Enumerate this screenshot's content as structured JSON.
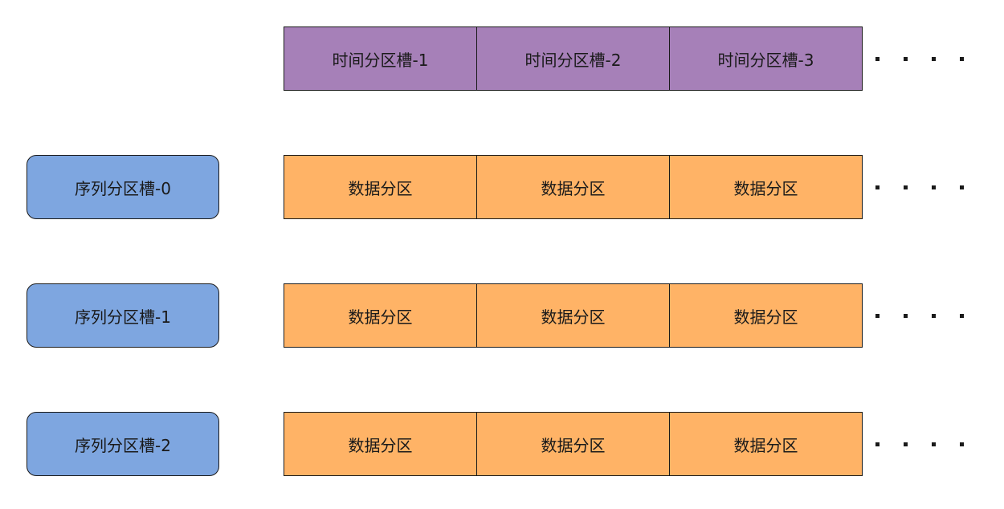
{
  "time_slots": [
    "时间分区槽-1",
    "时间分区槽-2",
    "时间分区槽-3"
  ],
  "series_slots": [
    "序列分区槽-0",
    "序列分区槽-1",
    "序列分区槽-2"
  ],
  "data_partition_label": "数据分区",
  "colors": {
    "time_slot": "#a680b8",
    "data_partition": "#ffb366",
    "series_slot": "#7ea6e0",
    "border": "#1a1a1a"
  }
}
